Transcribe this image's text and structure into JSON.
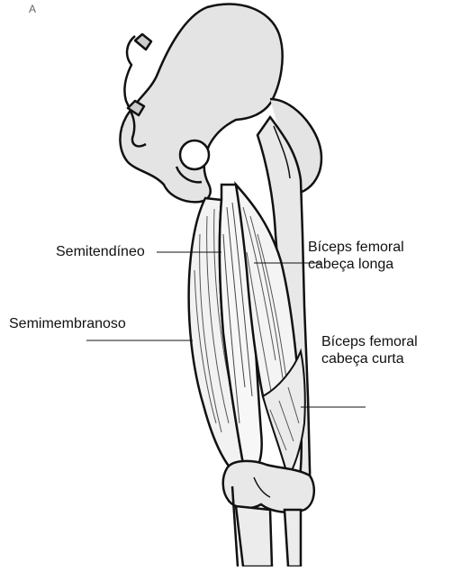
{
  "figure": {
    "corner_mark": "A",
    "labels": {
      "semitendineo": "Semitendíneo",
      "semimembranoso": "Semimembranoso",
      "biceps_longa_line1": "Bíceps femoral",
      "biceps_longa_line2": "cabeça longa",
      "biceps_curta_line1": "Bíceps femoral",
      "biceps_curta_line2": "cabeça curta"
    }
  }
}
